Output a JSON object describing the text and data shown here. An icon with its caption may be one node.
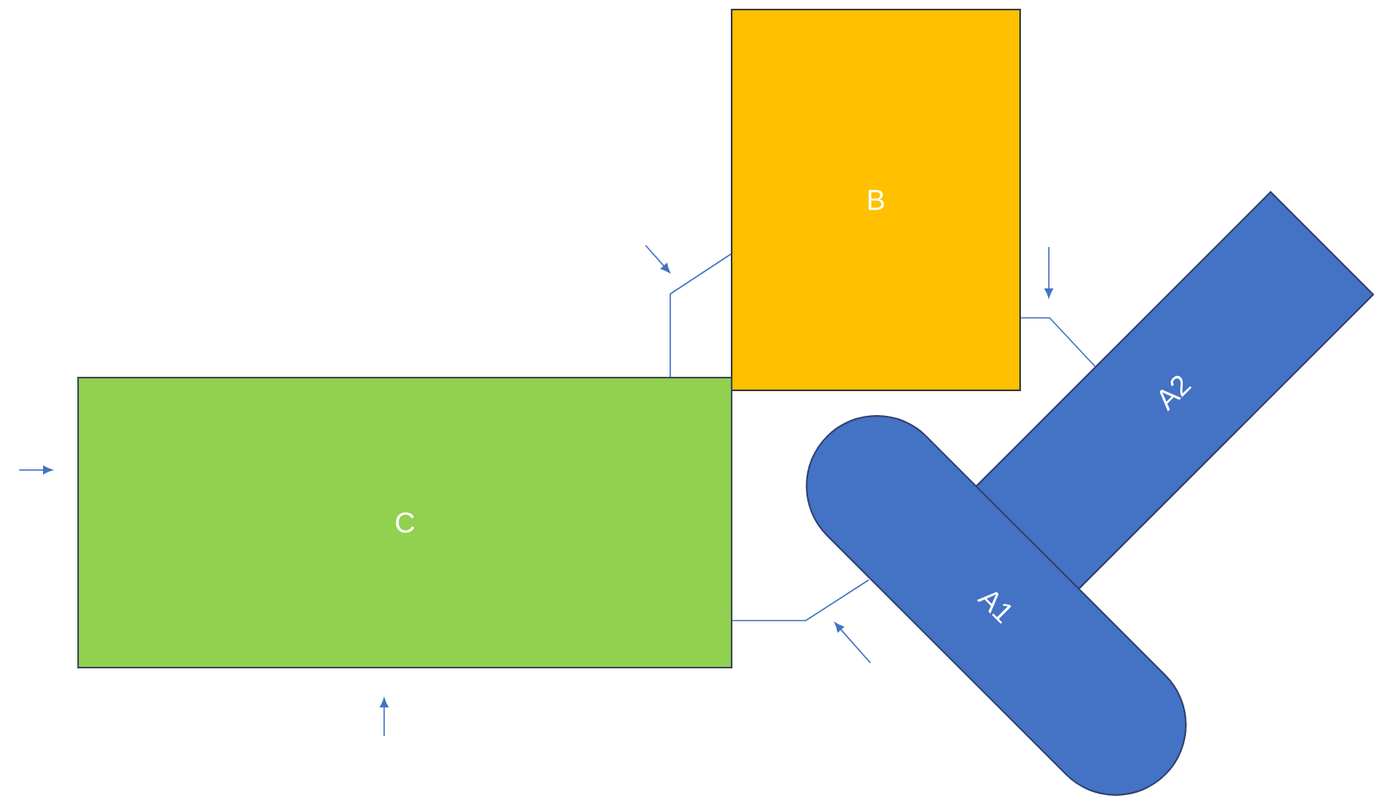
{
  "diagram": {
    "nodes": [
      {
        "text": [
          "B"
        ]
      },
      {
        "text": [
          "C"
        ]
      },
      {
        "text": [
          "A2"
        ]
      },
      {
        "text": [
          "A1"
        ]
      }
    ],
    "edges": [
      {
        "from": 1,
        "to": 0,
        "arrow": "none"
      },
      {
        "from": 0,
        "to": 2,
        "arrow": "none"
      },
      {
        "from": 1,
        "to": 3,
        "arrow": "none"
      }
    ]
  }
}
